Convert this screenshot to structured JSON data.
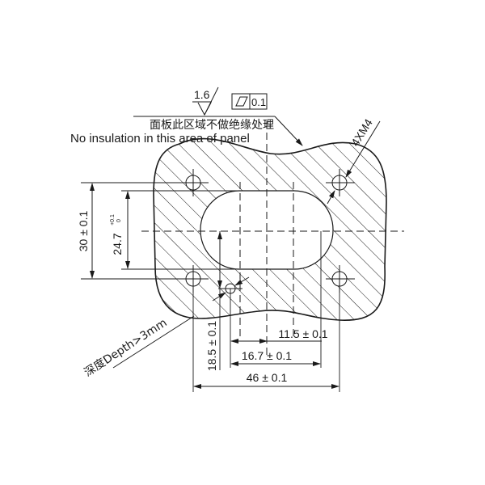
{
  "drawing": {
    "title": "Panel cutout drawing",
    "surface_roughness": "1.6",
    "flatness_tolerance": {
      "symbol": "flatness",
      "value": "0.1"
    },
    "note_cn": "面板此区域不做绝缘处理",
    "note_en": "No insulation in this area of panel",
    "thread_callout": "4XM4",
    "depth_note": "深度Depth>3mm",
    "dimensions": {
      "height_outer": "30 ± 0.1",
      "height_slot_base": "24.7",
      "height_slot_tol_upper": "+0.1",
      "height_slot_tol_lower": "0",
      "offset_vertical": "18.5 ± 0.1",
      "offset_11_5": "11.5 ± 0.1",
      "offset_16_7": "16.7 ± 0.1",
      "width_outer": "46 ± 0.1"
    },
    "colors": {
      "line": "#1a1a1a",
      "background": "#ffffff"
    }
  }
}
